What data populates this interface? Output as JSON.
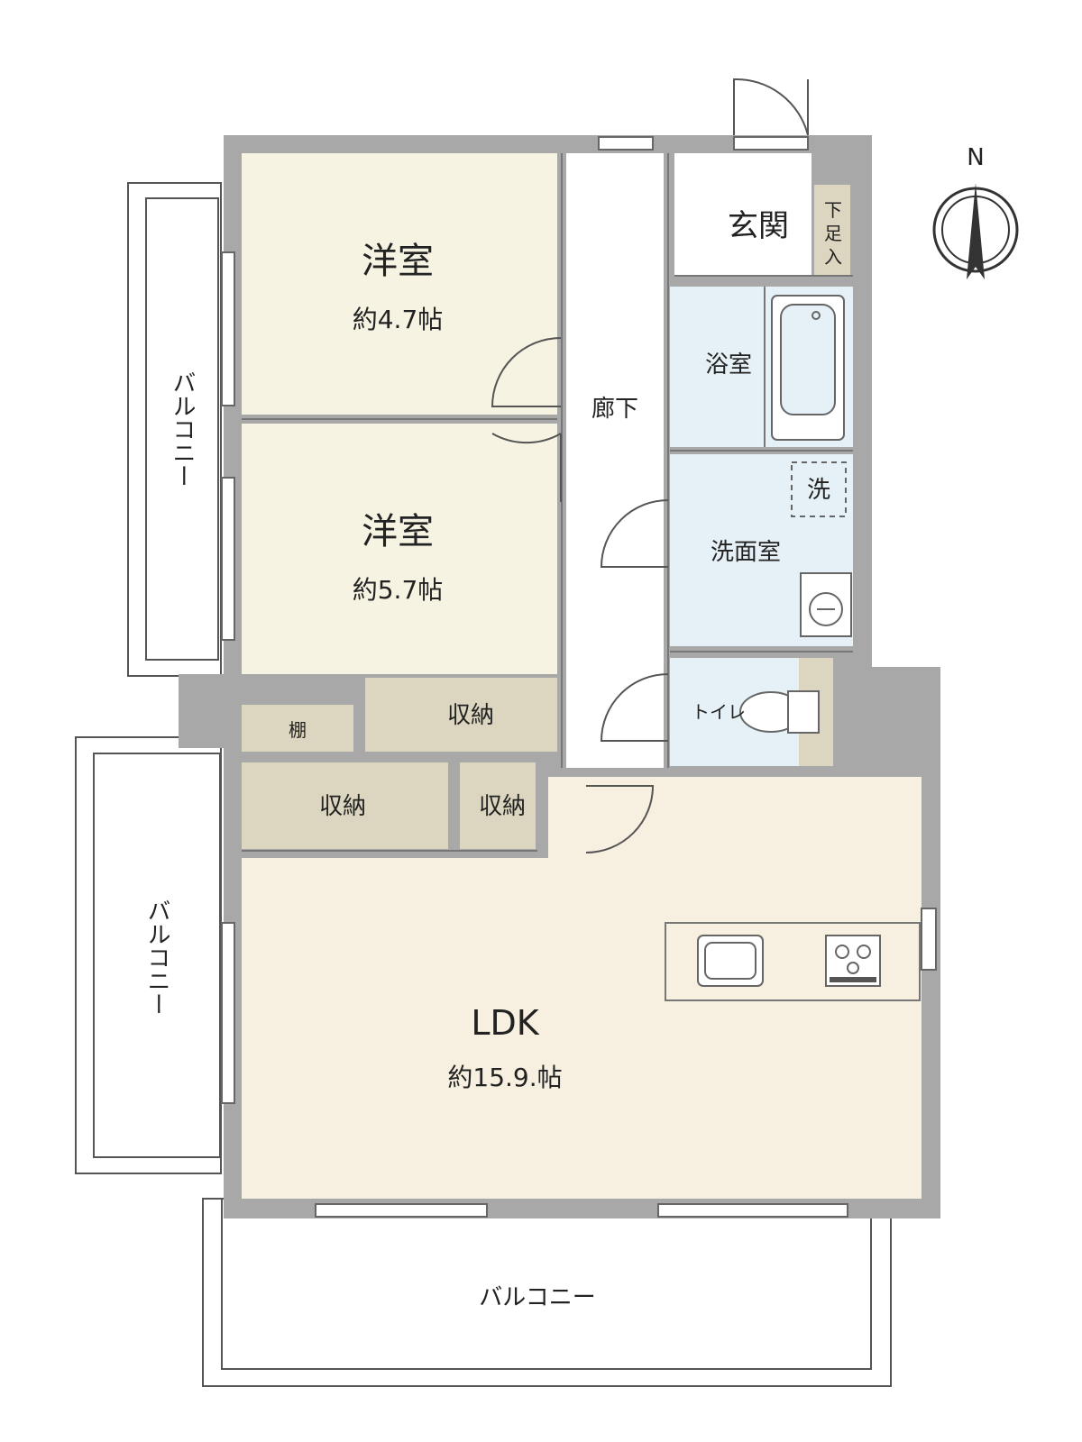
{
  "rooms": {
    "western1": {
      "name": "洋室",
      "area": "約4.7帖"
    },
    "western2": {
      "name": "洋室",
      "area": "約5.7帖"
    },
    "ldk": {
      "name": "LDK",
      "area": "約15.9.帖"
    },
    "entrance": {
      "name": "玄関"
    },
    "shoe_box": {
      "c1": "下",
      "c2": "足",
      "c3": "入"
    },
    "bath": {
      "name": "浴室"
    },
    "washroom": {
      "name": "洗面室"
    },
    "washer": {
      "name": "洗"
    },
    "toilet": {
      "name": "トイレ"
    },
    "hallway": {
      "name": "廊下"
    },
    "storage_upper": {
      "name": "収納"
    },
    "shelf": {
      "name": "棚"
    },
    "storage_lower_left": {
      "name": "収納"
    },
    "storage_lower_right": {
      "name": "収納"
    }
  },
  "balconies": {
    "upper": "バルコニー",
    "middle": "バルコニー",
    "bottom": "バルコニー"
  },
  "compass": {
    "north": "N"
  },
  "colors": {
    "wall": "#a8a8a8",
    "western": "#f6f3e2",
    "ldk": "#f7f0e0",
    "wet": "#e5f1f6",
    "storage": "#dcd5bf",
    "hall": "#ffffff"
  }
}
